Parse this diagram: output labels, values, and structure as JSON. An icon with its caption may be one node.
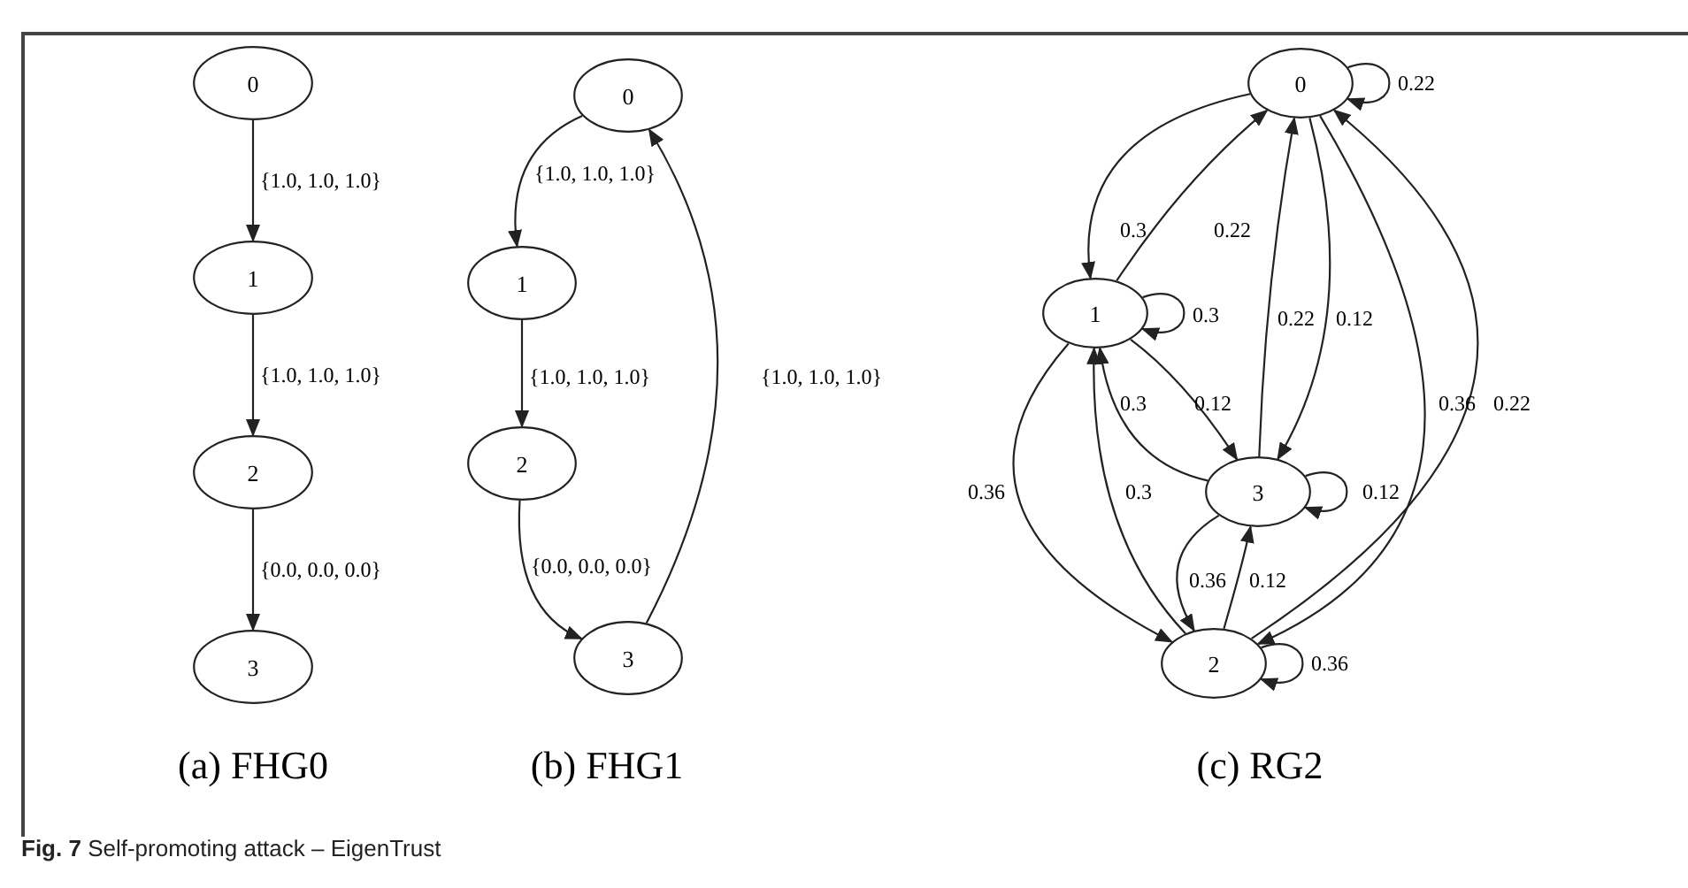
{
  "diagram": {
    "caption": "**Fig. 7** Self-promoting attack – EigenTrust",
    "nodes": [
      {
        "text": [
          "0"
        ]
      },
      {
        "text": [
          "1"
        ]
      },
      {
        "text": [
          "2"
        ]
      },
      {
        "text": [
          "3"
        ]
      },
      {
        "text": [
          "0"
        ]
      },
      {
        "text": [
          "1"
        ]
      },
      {
        "text": [
          "2"
        ]
      },
      {
        "text": [
          "3"
        ]
      },
      {
        "text": [
          "0"
        ]
      },
      {
        "text": [
          "1"
        ]
      },
      {
        "text": [
          "2"
        ]
      },
      {
        "text": [
          "3"
        ]
      }
    ],
    "edges": [
      {
        "from": 0,
        "to": 1,
        "arrow": "to",
        "label": "{1.0, 1.0, 1.0}"
      },
      {
        "from": 1,
        "to": 2,
        "arrow": "to",
        "label": "{1.0, 1.0, 1.0}"
      },
      {
        "from": 2,
        "to": 3,
        "arrow": "to",
        "label": "{0.0, 0.0, 0.0}"
      },
      {
        "from": 4,
        "to": 5,
        "arrow": "to",
        "label": "{1.0, 1.0, 1.0}"
      },
      {
        "from": 5,
        "to": 6,
        "arrow": "to",
        "label": "{1.0, 1.0, 1.0}"
      },
      {
        "from": 6,
        "to": 7,
        "arrow": "to",
        "label": "{0.0, 0.0, 0.0}"
      },
      {
        "from": 7,
        "to": 4,
        "arrow": "to",
        "label": "{1.0, 1.0, 1.0}"
      },
      {
        "from": 8,
        "to": 8,
        "arrow": "to",
        "label": "0.22"
      },
      {
        "from": 8,
        "to": 9,
        "arrow": "to",
        "label": "0.3"
      },
      {
        "from": 9,
        "to": 8,
        "arrow": "to",
        "label": "0.22"
      },
      {
        "from": 9,
        "to": 9,
        "arrow": "to",
        "label": "0.3"
      },
      {
        "from": 11,
        "to": 8,
        "arrow": "to",
        "label": "0.22"
      },
      {
        "from": 8,
        "to": 11,
        "arrow": "to",
        "label": "0.12"
      },
      {
        "from": 8,
        "to": 10,
        "arrow": "to",
        "label": "0.36"
      },
      {
        "from": 10,
        "to": 8,
        "arrow": "to",
        "label": "0.22"
      },
      {
        "from": 9,
        "to": 11,
        "arrow": "to",
        "label": "0.12"
      },
      {
        "from": 11,
        "to": 9,
        "arrow": "to",
        "label": "0.3"
      },
      {
        "from": 9,
        "to": 10,
        "arrow": "to",
        "label": "0.36"
      },
      {
        "from": 10,
        "to": 9,
        "arrow": "to",
        "label": "0.3"
      },
      {
        "from": 11,
        "to": 11,
        "arrow": "to",
        "label": "0.12"
      },
      {
        "from": 11,
        "to": 10,
        "arrow": "to",
        "label": "0.36"
      },
      {
        "from": 10,
        "to": 11,
        "arrow": "to",
        "label": "0.12"
      },
      {
        "from": 10,
        "to": 10,
        "arrow": "to",
        "label": "0.36"
      }
    ],
    "labels": [
      "(a) FHG0",
      "(b) FHG1",
      "(c) RG2"
    ]
  }
}
